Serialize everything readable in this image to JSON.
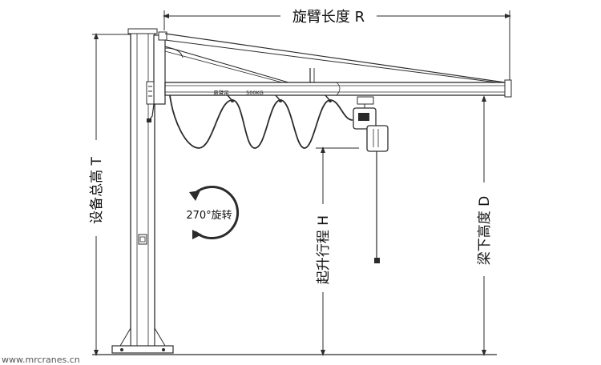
{
  "dimensions": {
    "arm_length": "旋臂长度 R",
    "total_height": "设备总高 T",
    "lift_height": "起升行程 H",
    "under_beam_height": "梁下高度 D"
  },
  "rotation_label": "270°旋转",
  "beam_labels": {
    "left": "悬臂吊",
    "right": "500KG"
  },
  "watermark": "www.mrcranes.cn",
  "colors": {
    "line": "#2b2b2b",
    "text": "#111111"
  }
}
